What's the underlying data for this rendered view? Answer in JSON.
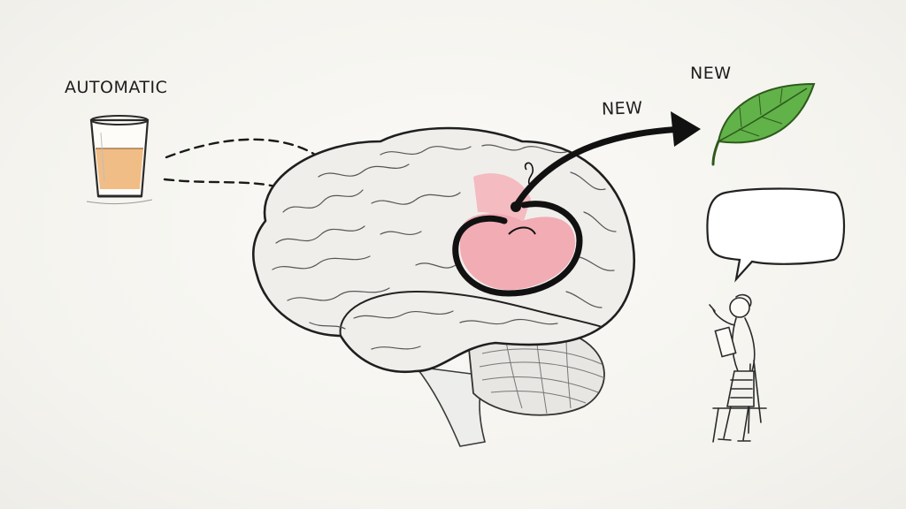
{
  "labels": {
    "automatic": "AUTOMATIC",
    "new_arrow": "NEW",
    "new_leaf": "NEW"
  },
  "illustration": {
    "elements": [
      "glass-of-drink-icon",
      "dashed-habit-pathway",
      "brain-sketch",
      "highlighted-brain-region",
      "new-pathway-arrow",
      "green-leaf-icon",
      "empty-speech-bubble",
      "seated-person-sketch"
    ],
    "colors": {
      "background": "#f6f5f1",
      "ink": "#1a1a1a",
      "highlight_pink": "#f2a4ae",
      "leaf_green": "#5fae3e",
      "drink_amber": "#e9a862"
    }
  }
}
